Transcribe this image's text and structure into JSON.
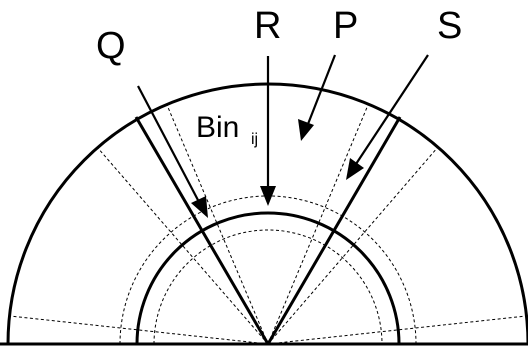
{
  "labels": {
    "q": "Q",
    "r": "R",
    "p": "P",
    "s": "S"
  },
  "bin": {
    "main": "Bin",
    "sub": "ij"
  }
}
